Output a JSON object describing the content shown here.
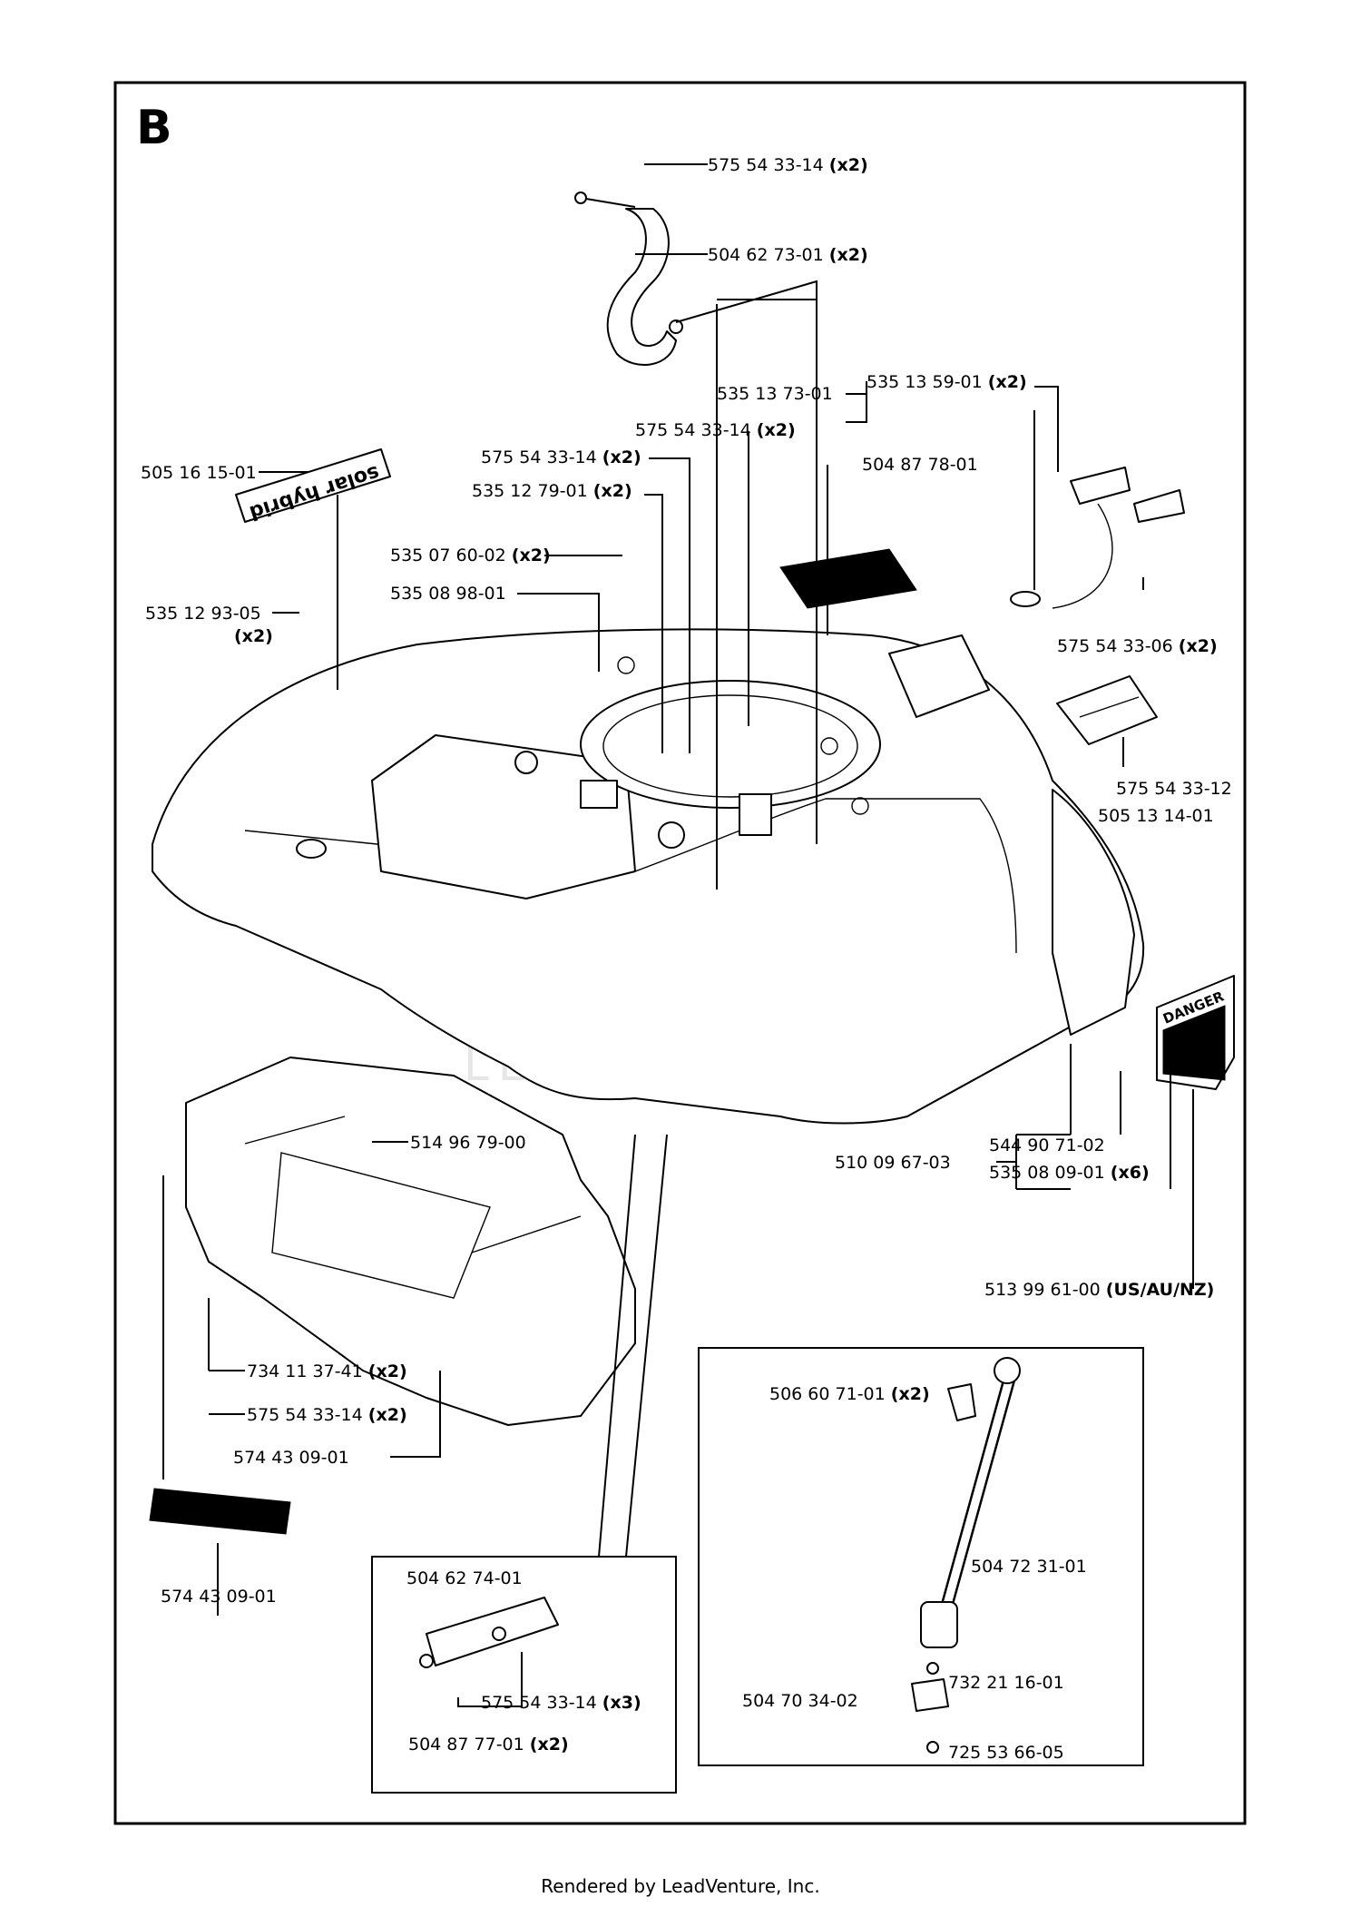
{
  "section_letter": "B",
  "footer": "Rendered by LeadVenture, Inc.",
  "watermark": "LEADVENTURE",
  "decals": {
    "solar_hybrid": "solar hybrid",
    "danger": "DANGER"
  },
  "callouts": [
    {
      "id": "c01",
      "part": "575 54 33-14",
      "qty": "(x2)"
    },
    {
      "id": "c02",
      "part": "504 62 73-01",
      "qty": "(x2)"
    },
    {
      "id": "c03",
      "part": "535 13 73-01",
      "qty": ""
    },
    {
      "id": "c04",
      "part": "535 13 59-01",
      "qty": "(x2)"
    },
    {
      "id": "c05",
      "part": "575 54 33-14",
      "qty": "(x2)"
    },
    {
      "id": "c06",
      "part": "575 54 33-14",
      "qty": "(x2)"
    },
    {
      "id": "c07",
      "part": "504 87 78-01",
      "qty": ""
    },
    {
      "id": "c08",
      "part": "535 12 79-01",
      "qty": "(x2)"
    },
    {
      "id": "c09",
      "part": "505 16 15-01",
      "qty": ""
    },
    {
      "id": "c10",
      "part": "535 07 60-02",
      "qty": "(x2)"
    },
    {
      "id": "c11",
      "part": "535 08 98-01",
      "qty": ""
    },
    {
      "id": "c12",
      "part": "535 12 93-05",
      "qty": ""
    },
    {
      "id": "c12q",
      "part": "",
      "qty": "(x2)"
    },
    {
      "id": "c13",
      "part": "575 54 33-06",
      "qty": "(x2)"
    },
    {
      "id": "c14",
      "part": "575 54 33-12",
      "qty": ""
    },
    {
      "id": "c15",
      "part": "505 13 14-01",
      "qty": ""
    },
    {
      "id": "c16",
      "part": "514 96 79-00",
      "qty": ""
    },
    {
      "id": "c17",
      "part": "510 09 67-03",
      "qty": ""
    },
    {
      "id": "c18",
      "part": "544 90 71-02",
      "qty": ""
    },
    {
      "id": "c19",
      "part": "535 08 09-01",
      "qty": "(x6)"
    },
    {
      "id": "c20",
      "part": "513 99 61-00",
      "qty": "(US/AU/NZ)"
    },
    {
      "id": "c21",
      "part": "734 11 37-41",
      "qty": "(x2)"
    },
    {
      "id": "c22",
      "part": "575 54 33-14",
      "qty": "(x2)"
    },
    {
      "id": "c23",
      "part": "574 43 09-01",
      "qty": ""
    },
    {
      "id": "c24",
      "part": "574 43 09-01",
      "qty": ""
    },
    {
      "id": "c25",
      "part": "504 62 74-01",
      "qty": ""
    },
    {
      "id": "c26",
      "part": "575 54 33-14",
      "qty": "(x3)"
    },
    {
      "id": "c27",
      "part": "504 87 77-01",
      "qty": "(x2)"
    },
    {
      "id": "c28",
      "part": "506 60 71-01",
      "qty": "(x2)"
    },
    {
      "id": "c29",
      "part": "504 72 31-01",
      "qty": ""
    },
    {
      "id": "c30",
      "part": "732 21 16-01",
      "qty": ""
    },
    {
      "id": "c31",
      "part": "504 70 34-02",
      "qty": ""
    },
    {
      "id": "c32",
      "part": "725 53 66-05",
      "qty": ""
    }
  ]
}
